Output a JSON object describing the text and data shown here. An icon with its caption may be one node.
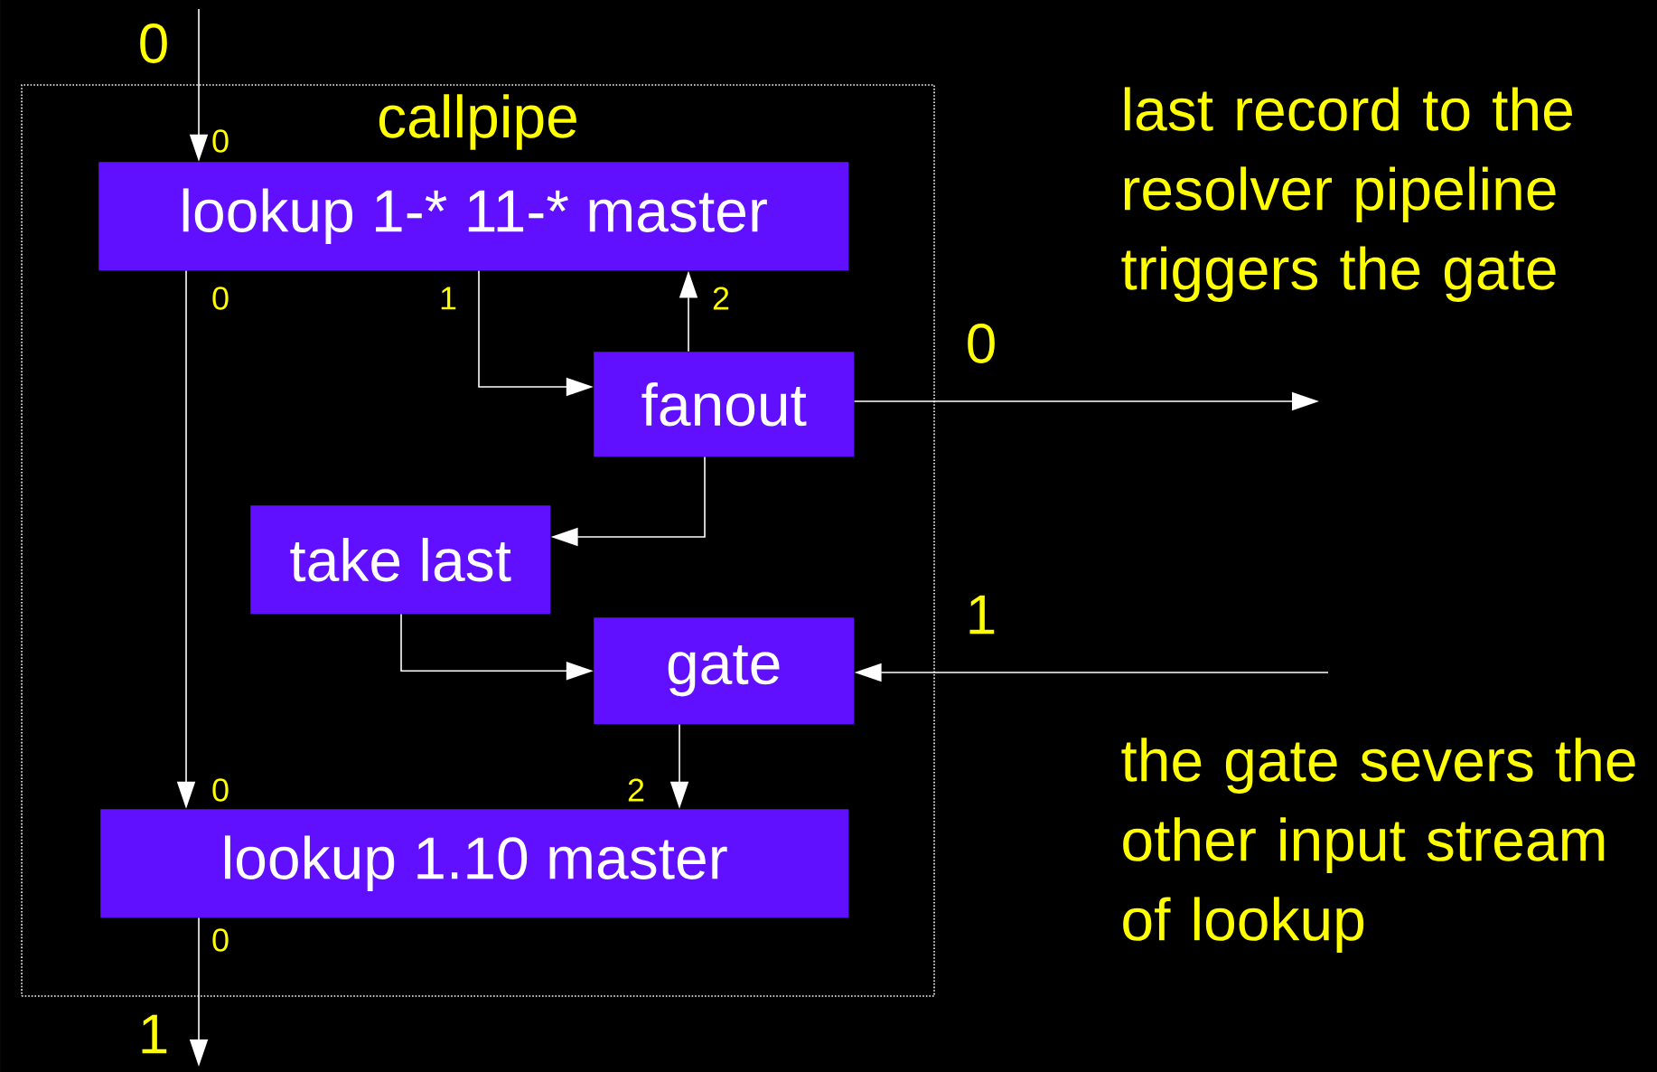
{
  "diagram": {
    "nodes": [
      {
        "text": [
          "callpipe"
        ]
      },
      {
        "text": [
          "lookup 1-* 11-* master"
        ],
        "in": 0
      },
      {
        "text": [
          "fanout"
        ],
        "in": 0
      },
      {
        "text": [
          "take last"
        ],
        "in": 0
      },
      {
        "text": [
          "gate"
        ],
        "in": 0
      },
      {
        "text": [
          "lookup 1.10 master"
        ],
        "in": 0
      }
    ],
    "edges": [
      {
        "from": null,
        "to": 1,
        "arrow": "to",
        "label": "0"
      },
      {
        "from": 1,
        "to": 5,
        "arrow": "to"
      },
      {
        "from": 1,
        "to": 2,
        "arrow": "to"
      },
      {
        "from": 2,
        "to": 1,
        "arrow": "to"
      },
      {
        "from": 2,
        "to": null,
        "arrow": "to",
        "label": "0"
      },
      {
        "from": 2,
        "to": 3,
        "arrow": "to"
      },
      {
        "from": 3,
        "to": 4,
        "arrow": "to"
      },
      {
        "from": null,
        "to": 4,
        "arrow": "to",
        "label": "1"
      },
      {
        "from": 4,
        "to": 5,
        "arrow": "to"
      },
      {
        "from": 5,
        "to": null,
        "arrow": "to",
        "label": "1"
      }
    ],
    "labels": [
      "0",
      "last record to the resolver pipeline triggers the gate",
      "0",
      "1",
      "2",
      "0",
      "2",
      "the gate severs the other input stream of lookup",
      "0"
    ]
  }
}
